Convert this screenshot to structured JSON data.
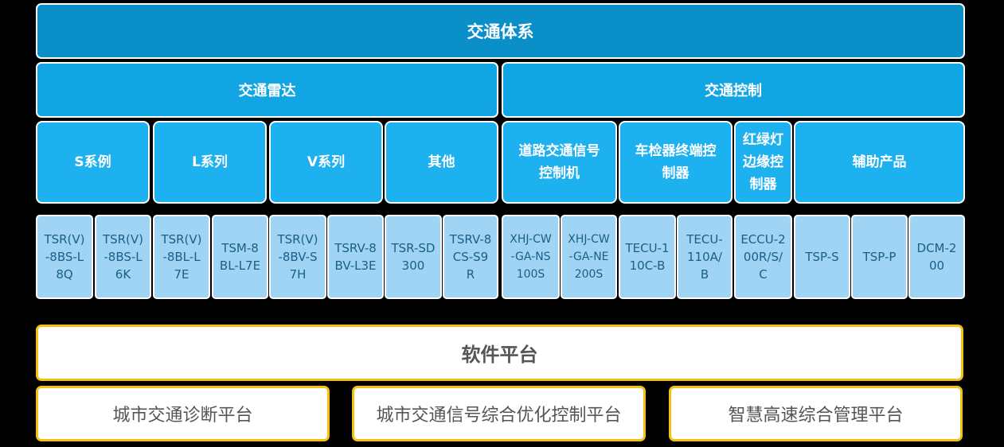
{
  "system_title": "交通体系",
  "groups": [
    {
      "title": "交通雷达",
      "categories": [
        "S系例",
        "L系列",
        "V系列",
        "其他"
      ]
    },
    {
      "title": "交通控制",
      "categories": [
        "道路交通信号控制机",
        "车检器终端控制器",
        "红绿灯边缘控制器",
        "辅助产品"
      ]
    }
  ],
  "products": [
    "TSR(V)-8BS-L8Q",
    "TSR(V)-8BS-L6K",
    "TSR(V)-8BL-L7E",
    "TSM-8BL-L7E",
    "TSR(V)-8BV-S7H",
    "TSRV-8BV-L3E",
    "TSR-SD300",
    "TSRV-8CS-S9R",
    "XHJ-CW-GA-NS100S",
    "XHJ-CW-GA-NE200S",
    "TECU-110C-B",
    "TECU-110A/B",
    "ECCU-200R/S/C",
    "TSP-S",
    "TSP-P",
    "DCM-200"
  ],
  "software": {
    "title": "软件平台",
    "platforms": [
      "城市交通诊断平台",
      "城市交通信号综合优化控制平台",
      "智慧高速综合管理平台"
    ]
  },
  "colors": {
    "top": "#0a8fc9",
    "level2": "#12a5e3",
    "category": "#1eb1ef",
    "product": "#9fd4f5",
    "platform_border": "#f4c20d"
  }
}
